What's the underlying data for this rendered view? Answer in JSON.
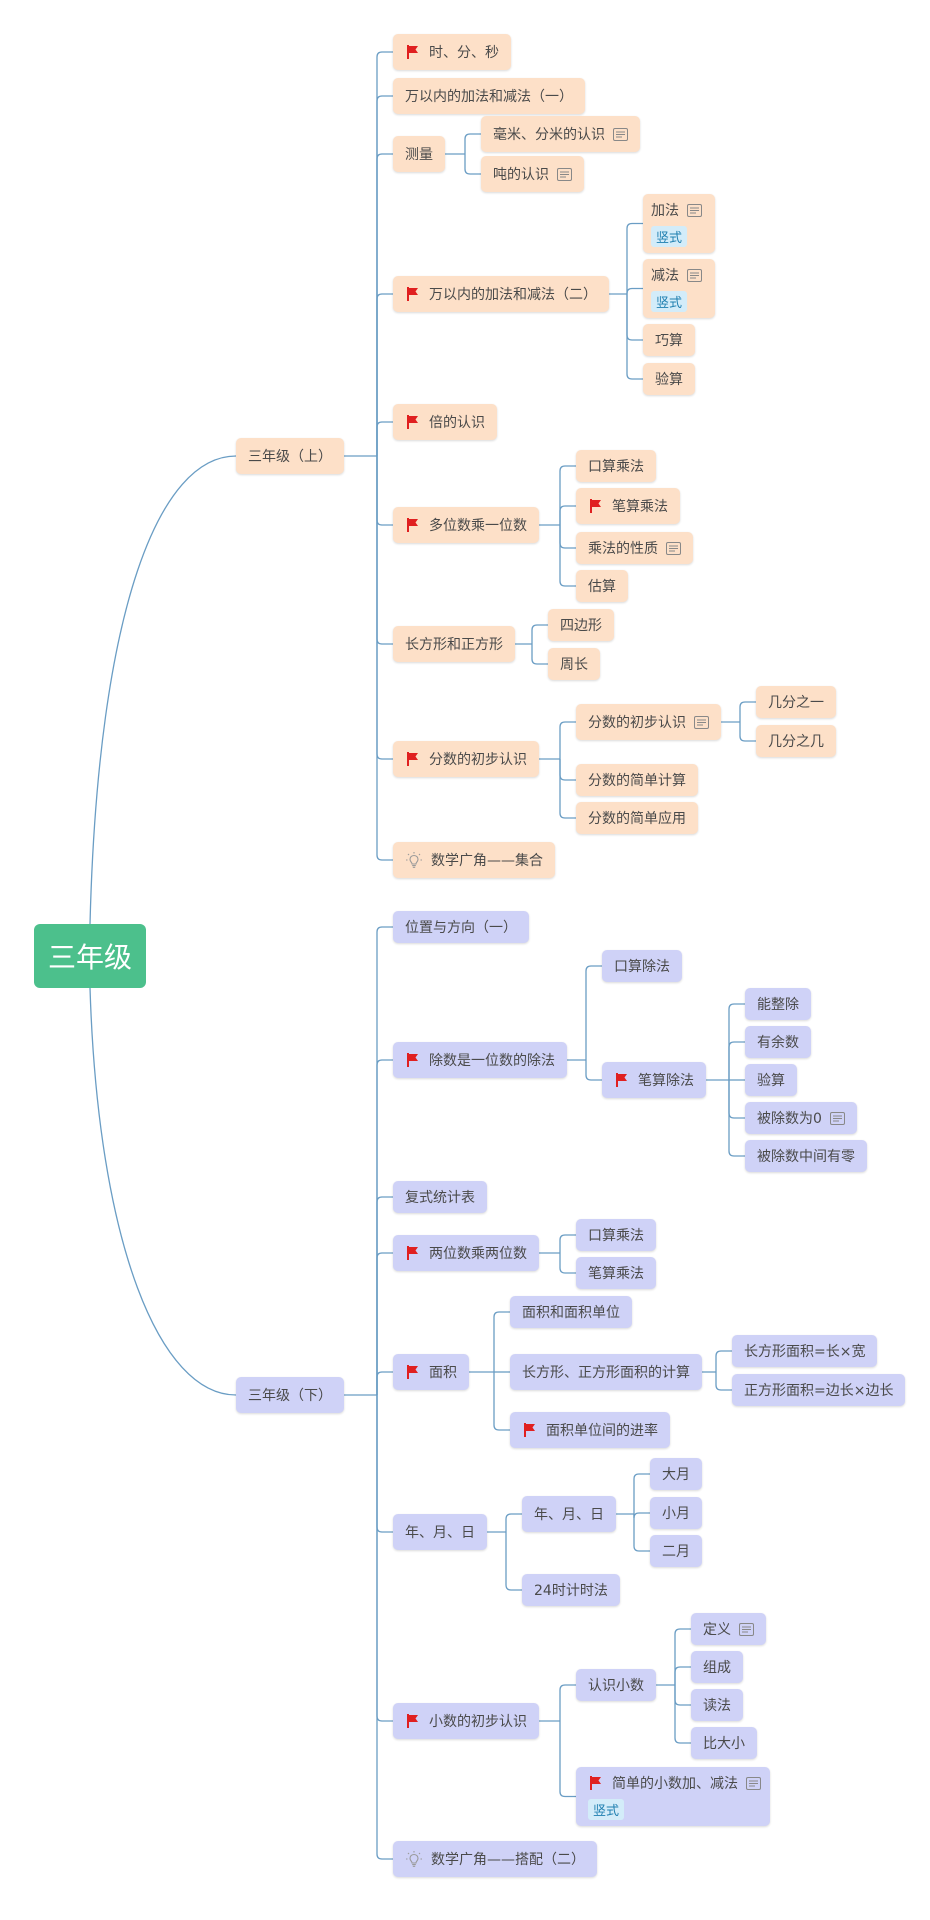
{
  "root": {
    "label": "三年级"
  },
  "upper": {
    "label": "三年级（上）",
    "topics": {
      "t1": {
        "label": "时、分、秒"
      },
      "t2": {
        "label": "万以内的加法和减法（一）"
      },
      "t3": {
        "label": "测量",
        "c1": "毫米、分米的认识",
        "c2": "吨的认识"
      },
      "t4": {
        "label": "万以内的加法和减法（二）",
        "c1": "加法",
        "c1_pill": "竖式",
        "c2": "减法",
        "c2_pill": "竖式",
        "c3": "巧算",
        "c4": "验算"
      },
      "t5": {
        "label": "倍的认识"
      },
      "t6": {
        "label": "多位数乘一位数",
        "c1": "口算乘法",
        "c2": "笔算乘法",
        "c3": "乘法的性质",
        "c4": "估算"
      },
      "t7": {
        "label": "长方形和正方形",
        "c1": "四边形",
        "c2": "周长"
      },
      "t8": {
        "label": "分数的初步认识",
        "c1": "分数的初步认识",
        "c1a": "几分之一",
        "c1b": "几分之几",
        "c2": "分数的简单计算",
        "c3": "分数的简单应用"
      },
      "t9": {
        "label": "数学广角——集合"
      }
    }
  },
  "lower": {
    "label": "三年级（下）",
    "topics": {
      "t1": {
        "label": "位置与方向（一）"
      },
      "t2": {
        "label": "除数是一位数的除法",
        "c1": "口算除法",
        "c2": "笔算除法",
        "c2a": "能整除",
        "c2b": "有余数",
        "c2c": "验算",
        "c2d": "被除数为0",
        "c2e": "被除数中间有零"
      },
      "t3": {
        "label": "复式统计表"
      },
      "t4": {
        "label": "两位数乘两位数",
        "c1": "口算乘法",
        "c2": "笔算乘法"
      },
      "t5": {
        "label": "面积",
        "c1": "面积和面积单位",
        "c2": "长方形、正方形面积的计算",
        "c2a": "长方形面积=长×宽",
        "c2b": "正方形面积=边长×边长",
        "c3": "面积单位间的进率"
      },
      "t6": {
        "label": "年、月、日",
        "c1": "年、月、日",
        "c1a": "大月",
        "c1b": "小月",
        "c1c": "二月",
        "c2": "24时计时法"
      },
      "t7": {
        "label": "小数的初步认识",
        "c1": "认识小数",
        "c1a": "定义",
        "c1b": "组成",
        "c1c": "读法",
        "c1d": "比大小",
        "c2": "简单的小数加、减法",
        "c2_pill": "竖式"
      },
      "t8": {
        "label": "数学广角——搭配（二）"
      }
    }
  },
  "colors": {
    "root": "#4cc08c",
    "upper_node": "#fde0c8",
    "lower_node": "#cfd2f7",
    "link": "#6a9dc4",
    "flag": "#e02020",
    "pill_bg": "#d3ecf9",
    "pill_text": "#1f7fb0"
  }
}
